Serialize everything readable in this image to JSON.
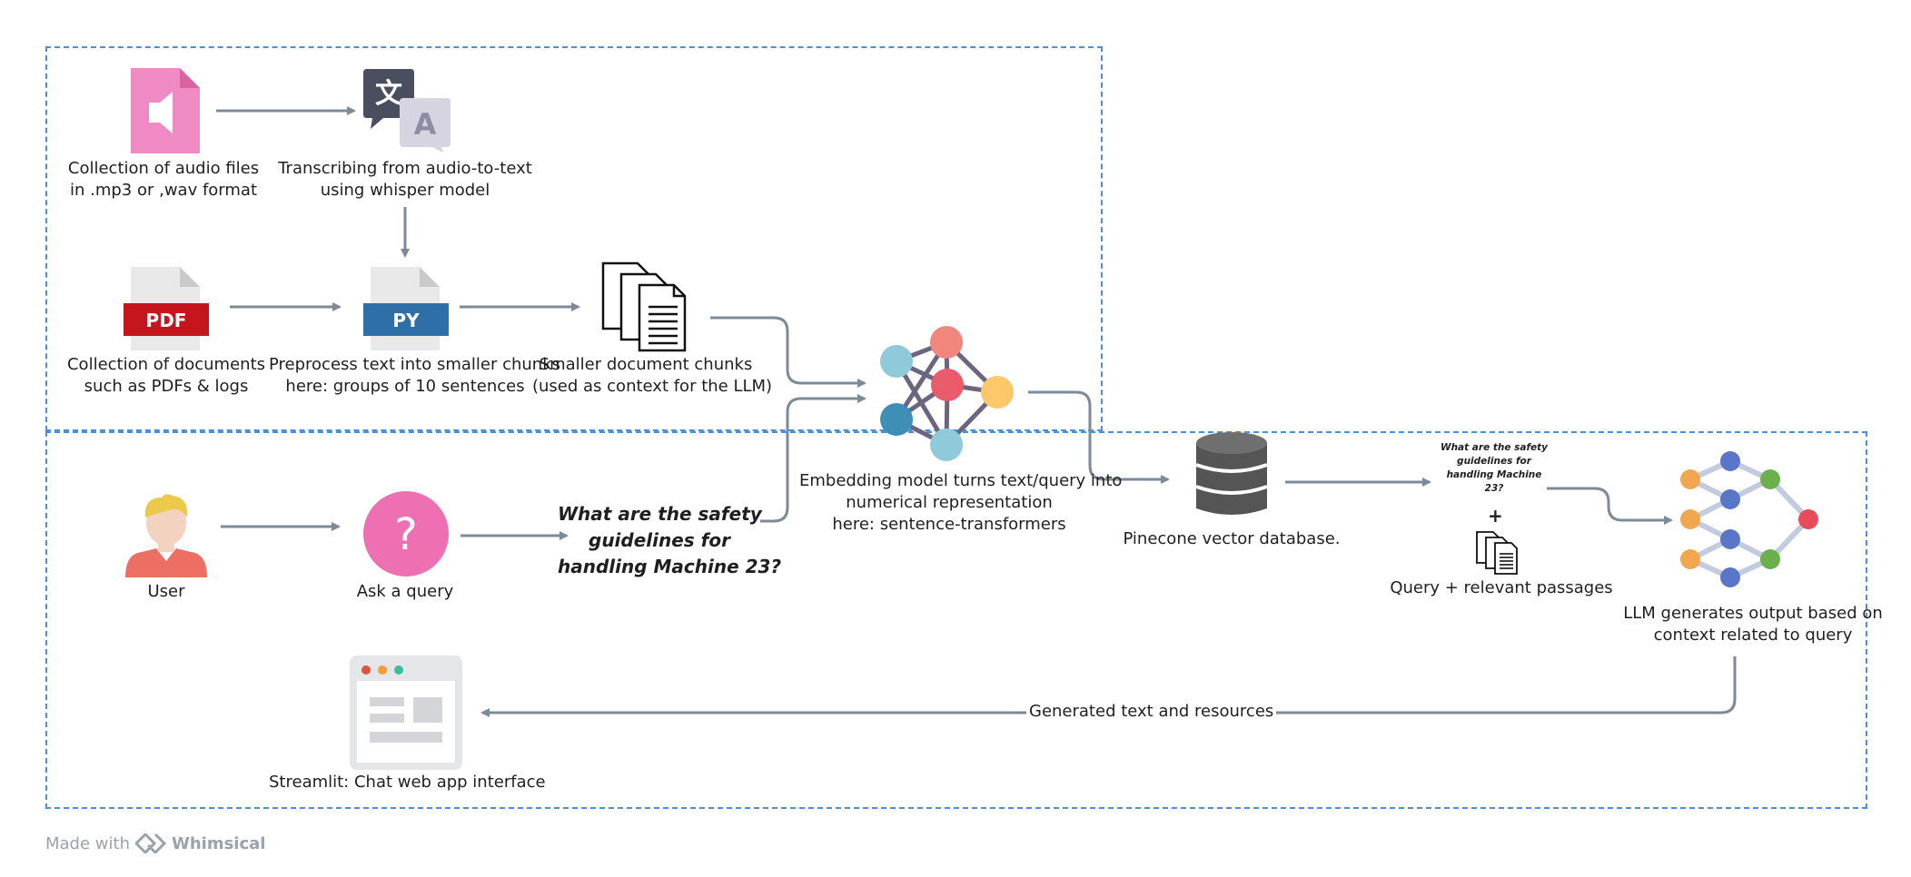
{
  "nodes": {
    "audio": {
      "label": [
        "Collection of audio files",
        "in .mp3 or ,wav format"
      ],
      "icon": "audio-file-icon"
    },
    "transcribe": {
      "label": [
        "Transcribing from audio-to-text",
        "using whisper model"
      ],
      "icon": "translate-icon"
    },
    "pdf": {
      "label": [
        "Collection of documents",
        "such as PDFs & logs"
      ],
      "icon": "pdf-file-icon",
      "badge": "PDF"
    },
    "preprocess": {
      "label": [
        "Preprocess text into smaller chunks",
        "here: groups of 10 sentences"
      ],
      "icon": "python-file-icon",
      "badge": "PY"
    },
    "chunks": {
      "label": [
        "Smaller document chunks",
        "(used as context for the LLM)"
      ],
      "icon": "documents-stack-icon"
    },
    "embedding": {
      "label": [
        "Embedding model turns text/query into",
        "numerical representation",
        "here: sentence-transformers"
      ],
      "icon": "neural-network-icon"
    },
    "database": {
      "label": [
        "Pinecone vector database."
      ],
      "icon": "database-icon"
    },
    "user": {
      "label": [
        "User"
      ],
      "icon": "user-avatar-icon"
    },
    "ask": {
      "label": [
        "Ask a query"
      ],
      "icon": "question-mark-icon",
      "glyph": "?"
    },
    "query": {
      "text": [
        "What are the safety",
        "guidelines for",
        "handling Machine 23?"
      ]
    },
    "passages": {
      "mini_query": [
        "What are the safety",
        "guidelines for",
        "handling Machine",
        "23?"
      ],
      "plus": "+",
      "label": [
        "Query + relevant passages"
      ],
      "icon": "documents-icon"
    },
    "llm": {
      "label": [
        "LLM generates output based on",
        "context related to query"
      ],
      "icon": "llm-network-icon"
    },
    "streamlit": {
      "label": [
        "Streamlit: Chat web app interface"
      ],
      "icon": "web-app-window-icon"
    }
  },
  "edges": {
    "output_label": "Generated text and resources"
  },
  "footer": {
    "made_with": "Made with",
    "brand": "Whimsical"
  },
  "colors": {
    "arrow": "#7d8a97",
    "box_border": "#4a90d9",
    "audio_pink": "#f08ac4",
    "pdf_red": "#c4161c",
    "py_blue": "#2f6fa8",
    "ask_pink": "#ef6fb3"
  }
}
